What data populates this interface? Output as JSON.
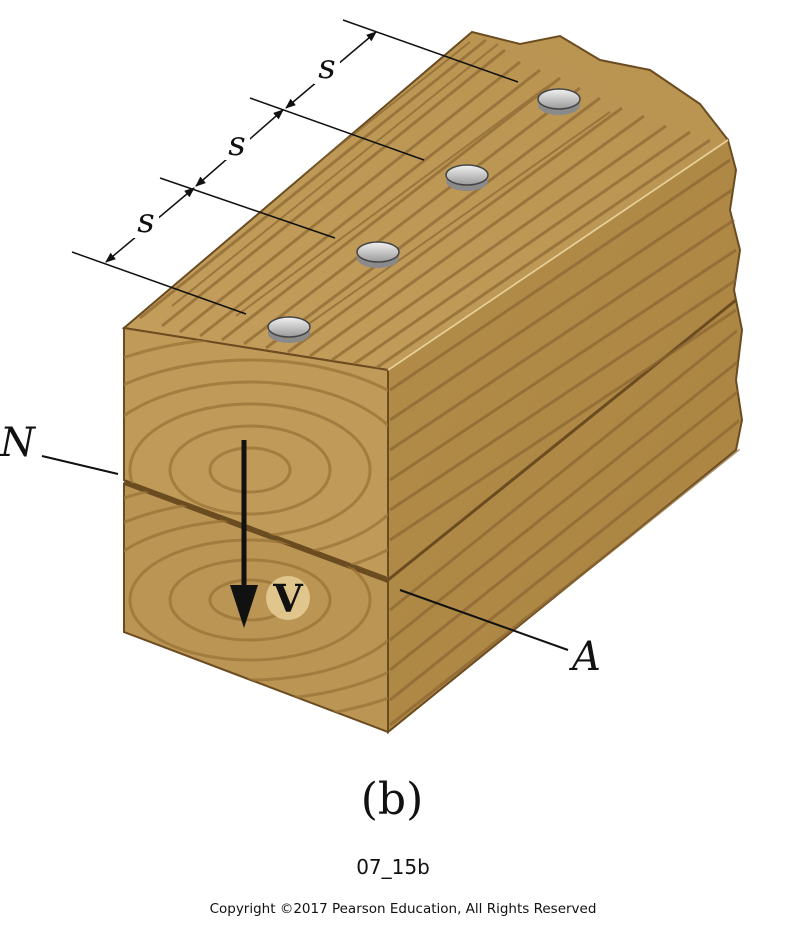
{
  "figure": {
    "spacing_labels": [
      "s",
      "s",
      "s"
    ],
    "neutral_axis_label": "N",
    "shear_force_label": "V",
    "section_label": "A",
    "caption": "(b)",
    "figure_id": "07_15b",
    "copyright": "Copyright ©2017 Pearson Education, All Rights Reserved"
  },
  "colors": {
    "wood_light": "#c9a865",
    "wood_mid": "#b08a4c",
    "wood_dark": "#8e6a35",
    "grain": "#7d5a2b",
    "nail": "#dcdcdc"
  }
}
